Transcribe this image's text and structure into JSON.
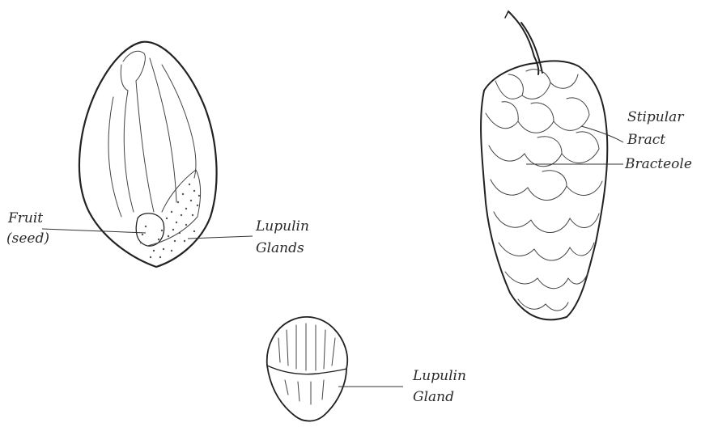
{
  "labels": {
    "fruit_line1": "Fruit",
    "fruit_line2": "(seed)",
    "lupulin_glands_line1": "Lupulin",
    "lupulin_glands_line2": "Glands",
    "stipular_line1": "Stipular",
    "stipular_line2": "Bract",
    "bracteole": "Bracteole",
    "lupulin_gland_line1": "Lupulin",
    "lupulin_gland_line2": "Gland"
  },
  "colors": {
    "ink": "#222222",
    "background": "#ffffff"
  }
}
